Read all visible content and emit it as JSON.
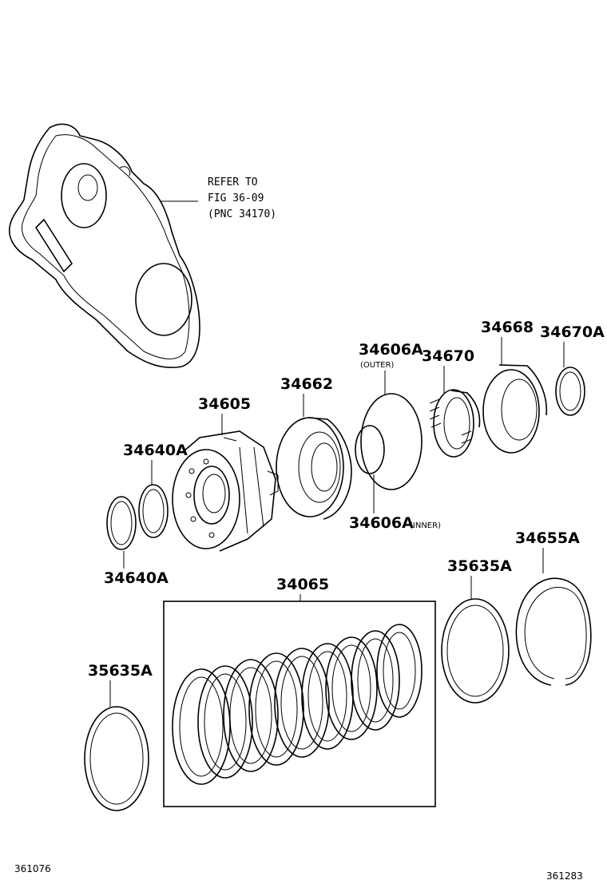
{
  "labels": {
    "p34605": "34605",
    "p34662": "34662",
    "p34606a_outer": "34606A",
    "p34606a_outer_note": "(OUTER)",
    "p34670": "34670",
    "p34668": "34668",
    "p34670a": "34670A",
    "p34640a_top": "34640A",
    "p34640a_bottom": "34640A",
    "p34606a_inner": "34606A",
    "p34606a_inner_note": "(INNER)",
    "p34655a": "34655A",
    "p35635a_right": "35635A",
    "p34065": "34065",
    "p35635a_left": "35635A"
  },
  "refer": {
    "line1": "REFER TO",
    "line2": "FIG 36-09",
    "line3": "(PNC 34170)"
  },
  "refs": {
    "left": "361076",
    "right": "361283"
  }
}
